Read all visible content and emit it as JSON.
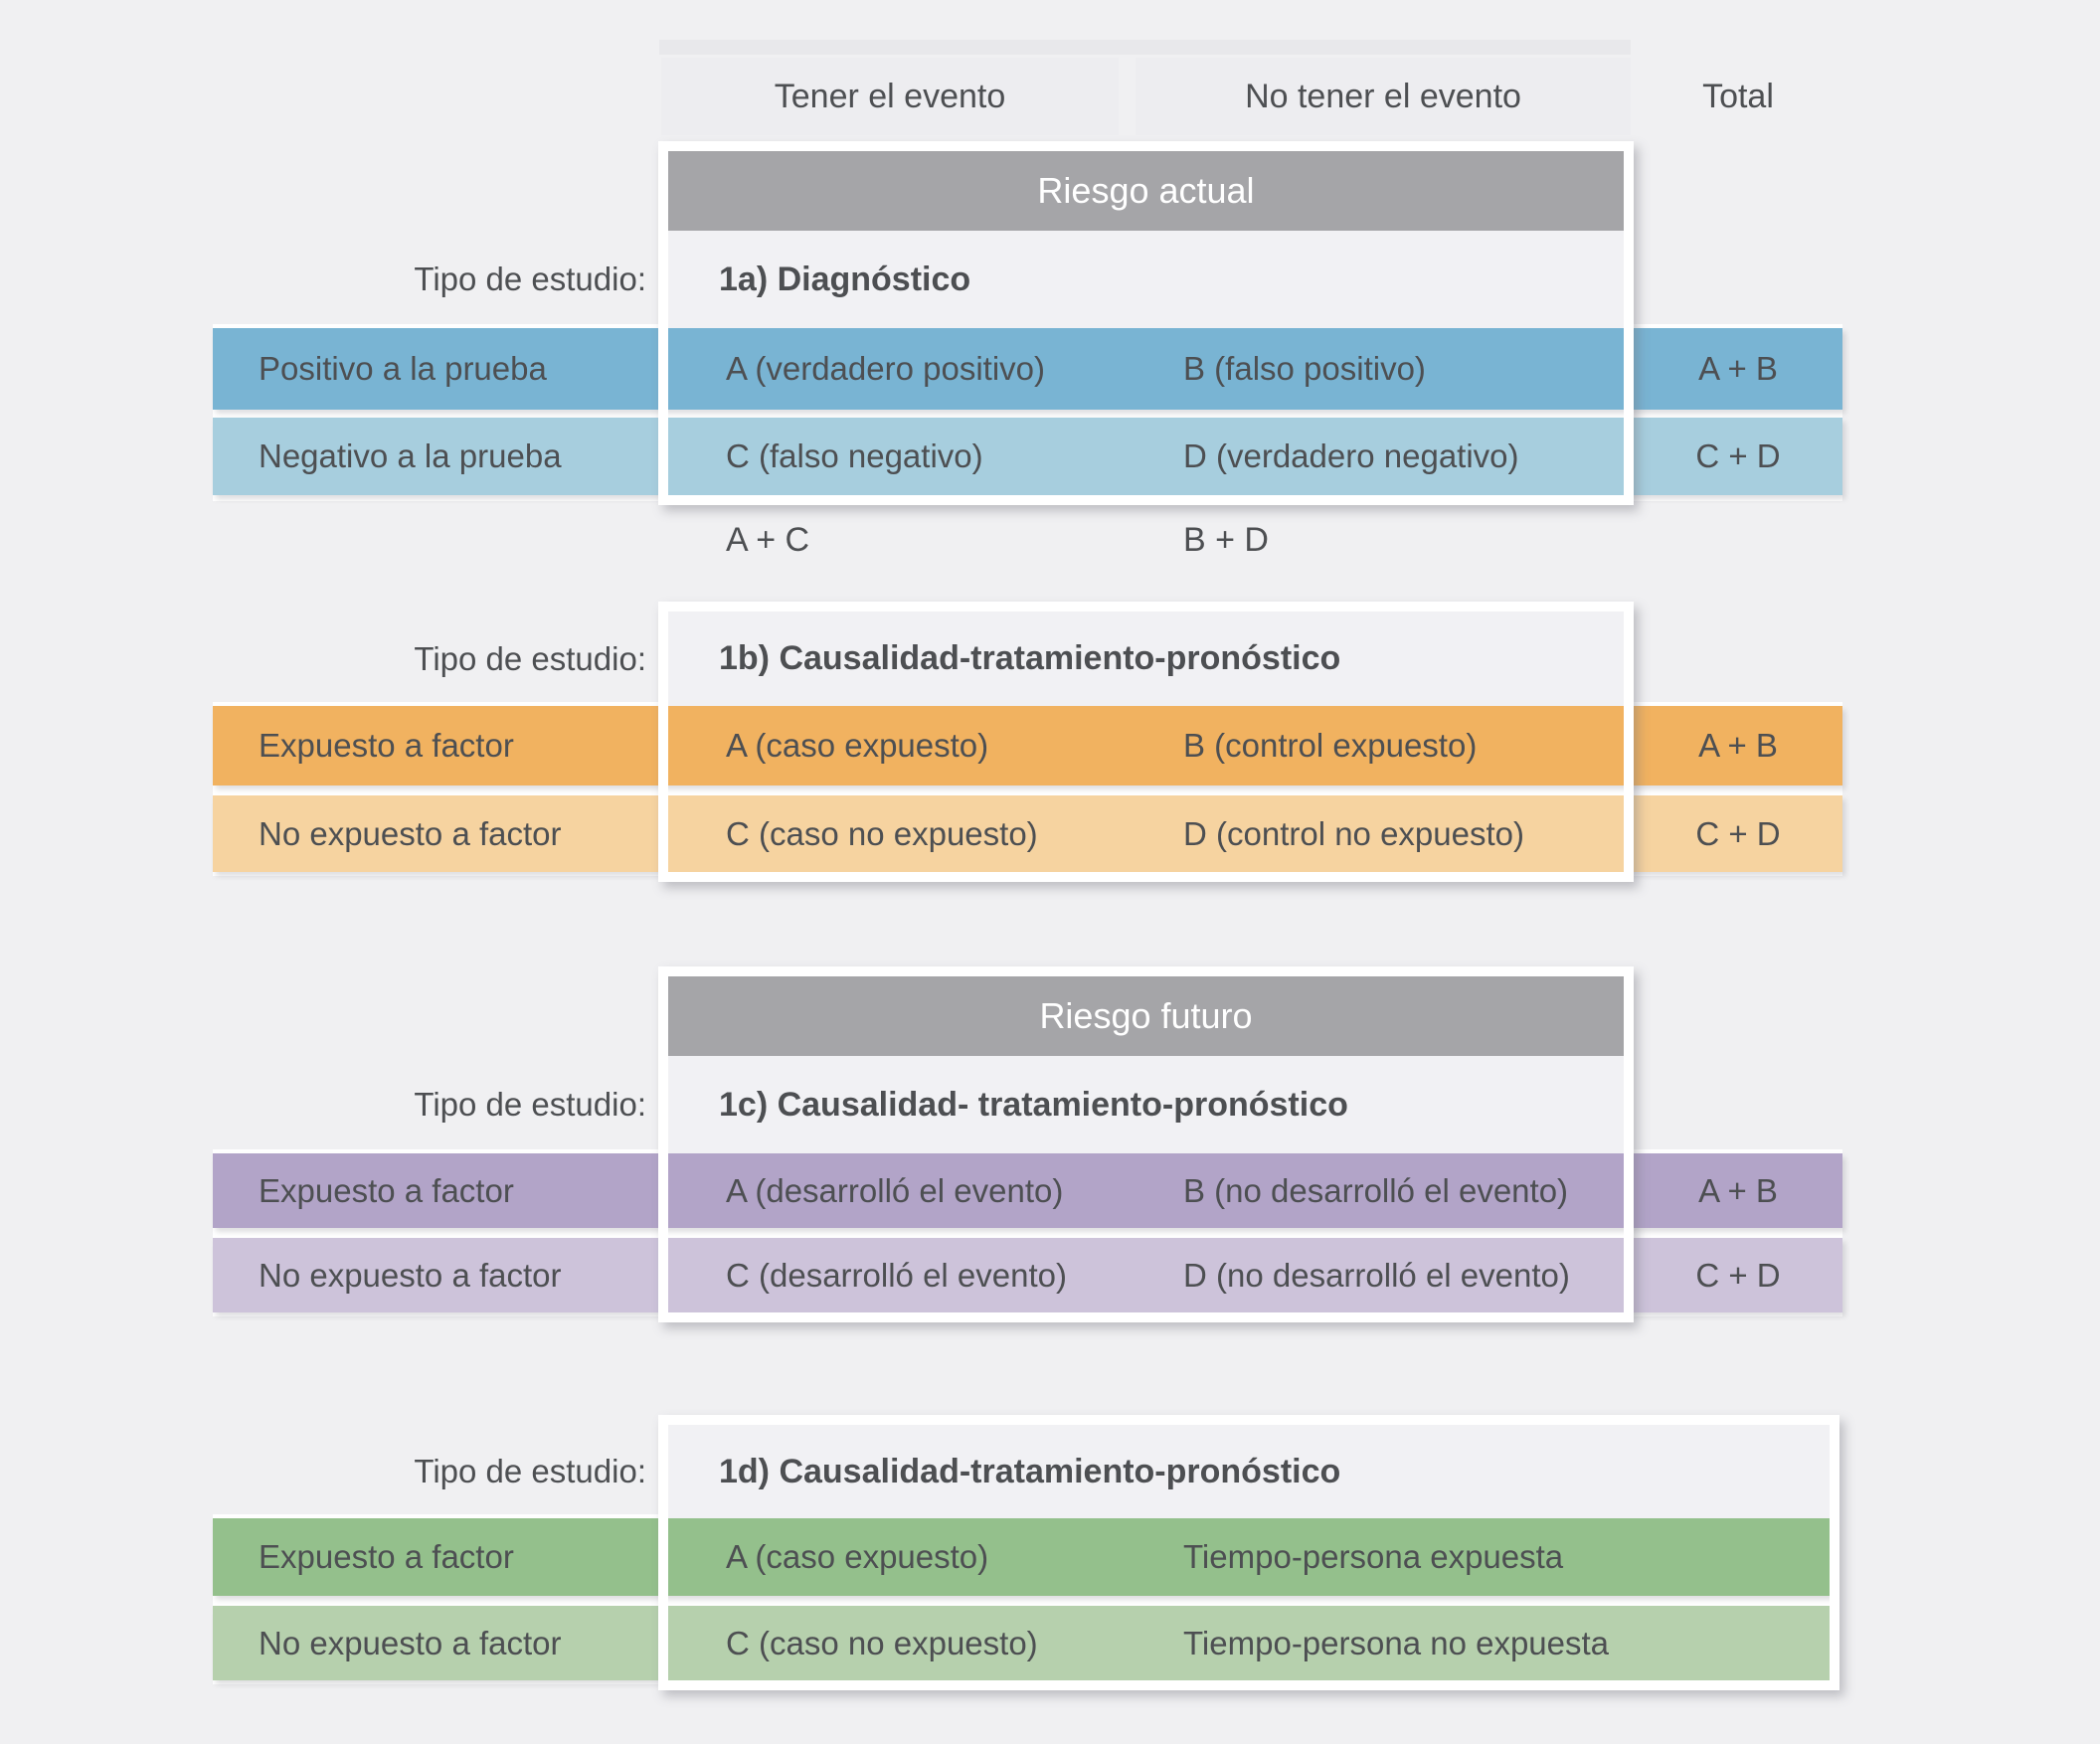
{
  "page": {
    "background": "#f0f0f2",
    "text_color": "#4d4f52"
  },
  "colors": {
    "banner_gray": "#a5a5a8",
    "blue_dark": "#79b4d3",
    "blue_light": "#a7cede",
    "orange_dark": "#f1b260",
    "orange_light": "#f6d3a0",
    "purple_dark": "#b2a4c8",
    "purple_light": "#cdc3da",
    "green_dark": "#94c08c",
    "green_light": "#b6d0ad",
    "frame_white": "#ffffff"
  },
  "header": {
    "col_event": "Tener el evento",
    "col_no_event": "No tener el evento",
    "col_total": "Total"
  },
  "labels": {
    "study_type": "Tipo de estudio:"
  },
  "sections": {
    "s1a": {
      "risk_banner": "Riesgo actual",
      "title": "1a) Diagnóstico",
      "rows": [
        {
          "label": "Positivo a la prueba",
          "col_a": "A (verdadero positivo)",
          "col_b": "B (falso positivo)",
          "total": "A + B"
        },
        {
          "label": "Negativo a la prueba",
          "col_a": "C (falso negativo)",
          "col_b": "D (verdadero negativo)",
          "total": "C + D"
        }
      ],
      "col_totals": {
        "a": "A + C",
        "b": "B + D"
      }
    },
    "s1b": {
      "title": "1b) Causalidad-tratamiento-pronóstico",
      "rows": [
        {
          "label": "Expuesto a factor",
          "col_a": "A (caso expuesto)",
          "col_b": "B (control expuesto)",
          "total": "A + B"
        },
        {
          "label": "No expuesto a factor",
          "col_a": "C (caso no expuesto)",
          "col_b": "D (control no expuesto)",
          "total": "C + D"
        }
      ]
    },
    "s1c": {
      "risk_banner": "Riesgo futuro",
      "title": "1c) Causalidad- tratamiento-pronóstico",
      "rows": [
        {
          "label": "Expuesto a factor",
          "col_a": "A (desarrolló el evento)",
          "col_b": "B (no desarrolló el evento)",
          "total": "A + B"
        },
        {
          "label": "No expuesto a factor",
          "col_a": "C (desarrolló el evento)",
          "col_b": "D (no desarrolló el evento)",
          "total": "C + D"
        }
      ]
    },
    "s1d": {
      "title": "1d) Causalidad-tratamiento-pronóstico",
      "rows": [
        {
          "label": "Expuesto a factor",
          "col_a": "A (caso expuesto)",
          "col_b": "Tiempo-persona expuesta"
        },
        {
          "label": "No expuesto a factor",
          "col_a": "C (caso no expuesto)",
          "col_b": "Tiempo-persona no expuesta"
        }
      ]
    }
  }
}
